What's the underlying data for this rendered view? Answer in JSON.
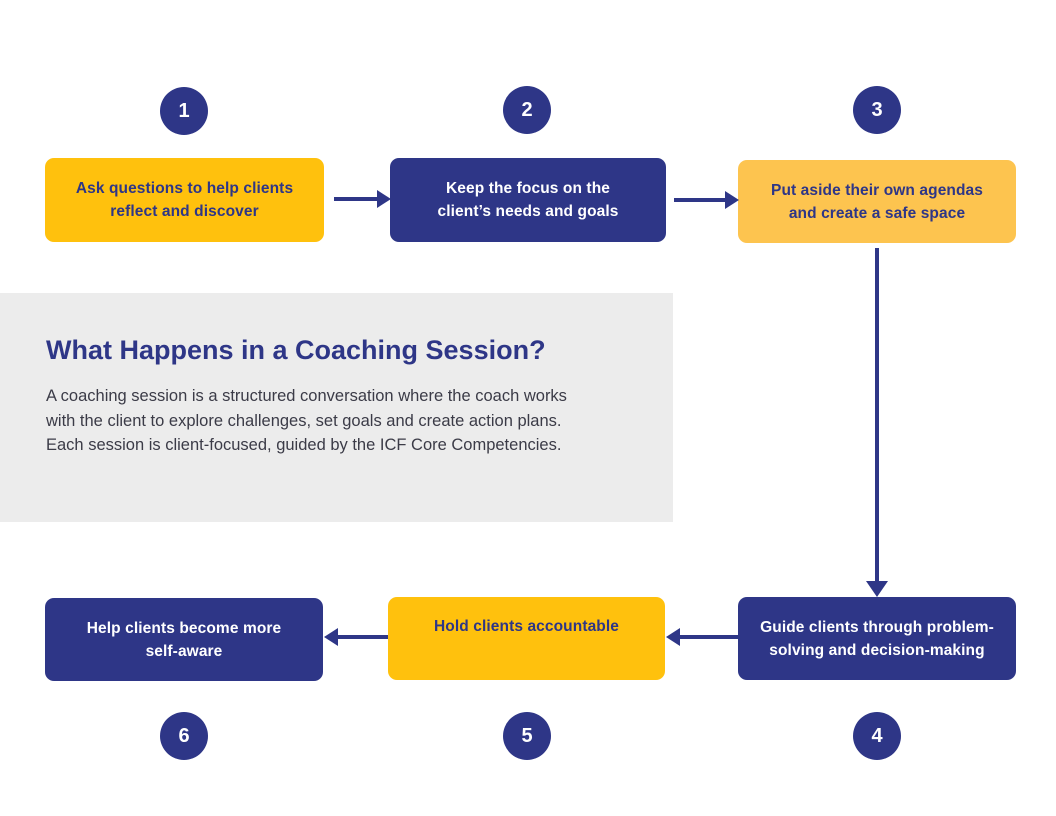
{
  "colors": {
    "navy": "#2E3687",
    "yellow": "#FFC10D",
    "light_yellow": "#FDC44F",
    "panel_gray": "#ECECEC",
    "paragraph_text": "#3B3B47",
    "background": "#FFFFFF"
  },
  "info_panel": {
    "title": "What Happens in a Coaching Session?",
    "paragraph": "A coaching session is a structured conversation where the coach works with the client to explore challenges, set goals and create action plans. Each session is client-focused, guided by the ICF Core Competencies."
  },
  "steps": [
    {
      "number": "1",
      "color": "yellow",
      "label": "Ask questions to help clients reflect and discover",
      "label_lines": [
        "Ask questions to help clients",
        "reflect and discover"
      ]
    },
    {
      "number": "2",
      "color": "navy",
      "label": "Keep the focus on the client’s needs and goals",
      "label_lines": [
        "Keep the focus on the",
        "client’s needs and goals"
      ]
    },
    {
      "number": "3",
      "color": "light_yellow",
      "label": "Put aside their own agendas and create a safe space",
      "label_lines": [
        "Put aside their own agendas",
        "and create a safe space"
      ]
    },
    {
      "number": "4",
      "color": "navy",
      "label": "Guide clients through problem-solving and decision-making",
      "label_lines": [
        "Guide clients through problem-",
        "solving and decision-making"
      ]
    },
    {
      "number": "5",
      "color": "yellow",
      "label": "Hold clients accountable",
      "label_lines": [
        "Hold clients accountable"
      ]
    },
    {
      "number": "6",
      "color": "navy",
      "label": "Help clients become more self-aware",
      "label_lines": [
        "Help clients become more",
        "self-aware"
      ]
    }
  ]
}
